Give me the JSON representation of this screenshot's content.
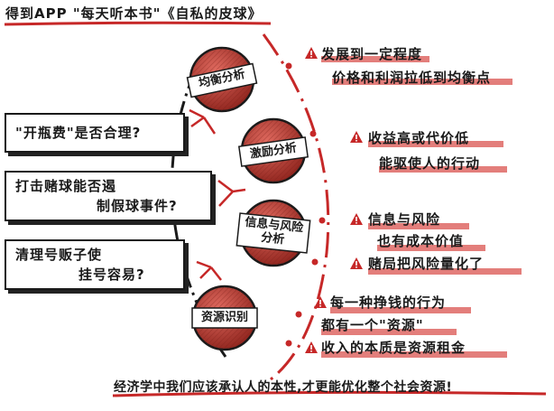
{
  "header": {
    "title": "得到APP \"每天听本书\"《自私的皮球》"
  },
  "nodes": [
    {
      "id": "n1",
      "label_line1": "均衡",
      "label_line2": "分析"
    },
    {
      "id": "n2",
      "label_line1": "激励",
      "label_line2": "分析"
    },
    {
      "id": "n3",
      "label_line1": "信息与风险",
      "label_line2": "分析"
    },
    {
      "id": "n4",
      "label_line1": "资源",
      "label_line2": "识别"
    }
  ],
  "questions": [
    {
      "line1": "\"开瓶费\"是否合理?",
      "line2": ""
    },
    {
      "line1": "打击赌球能否遏",
      "line2": "制假球事件?"
    },
    {
      "line1": "清理号贩子使",
      "line2": "挂号容易?"
    }
  ],
  "points": [
    {
      "line1": "发展到一定程度",
      "line2": "价格和利润拉低到均衡点"
    },
    {
      "line1": "收益高或代价低",
      "line2": "能驱使人的行动"
    },
    {
      "line1": "信息与风险",
      "line2": "也有成本价值"
    },
    {
      "line1": "赌局把风险量化了",
      "line2": ""
    },
    {
      "line1": "每一种挣钱的行为",
      "line2": "都有一个\"资源\""
    },
    {
      "line1": "收入的本质是资源租金",
      "line2": ""
    }
  ],
  "footer": {
    "text": "经济学中我们应该承认人的本性,才更能优化整个社会资源!"
  },
  "colors": {
    "accent": "#c62828",
    "ink": "#1a1a1a",
    "ball": "#b23a32"
  }
}
